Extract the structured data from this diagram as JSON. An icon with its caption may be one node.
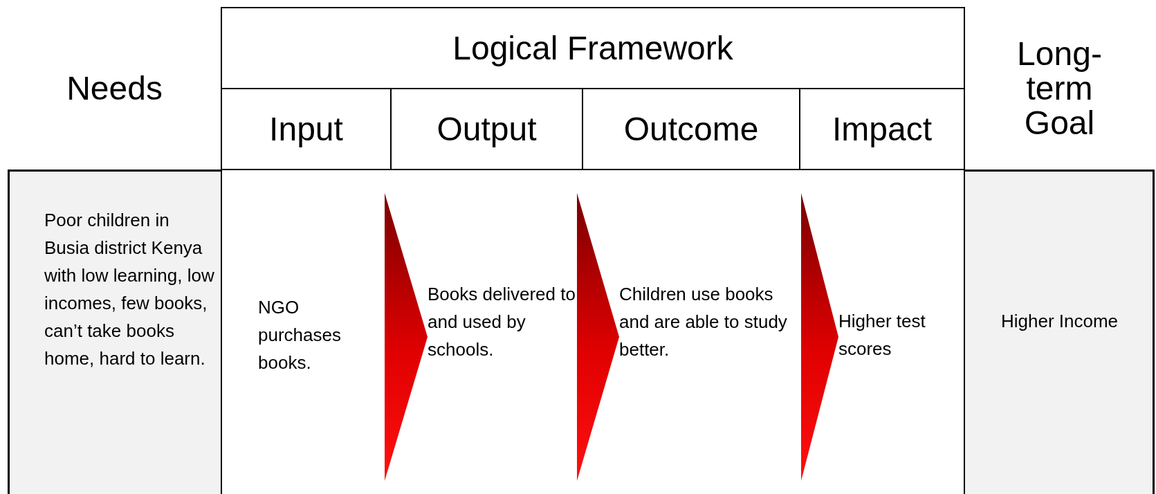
{
  "diagram": {
    "nodes": [
      {
        "text": [
          "Poor children in Busia district Kenya with low learning, low incomes, few books, can’t take books home, hard to learn."
        ]
      },
      {
        "text": [
          "NGO purchases books."
        ]
      },
      {
        "text": [
          "Books delivered to and used by schools."
        ]
      },
      {
        "text": [
          "Children use books and are able to study better."
        ]
      },
      {
        "text": [
          "Higher test scores"
        ]
      },
      {
        "text": [
          "Higher Income"
        ]
      }
    ],
    "edges": [
      {
        "from": 1,
        "to": 2,
        "arrow": "to"
      },
      {
        "from": 2,
        "to": 3,
        "arrow": "to"
      },
      {
        "from": 3,
        "to": 4,
        "arrow": "to"
      }
    ],
    "labels": [
      "Needs",
      "Logical Framework",
      "Long-term Goal",
      "Input",
      "Output",
      "Outcome",
      "Impact"
    ]
  }
}
